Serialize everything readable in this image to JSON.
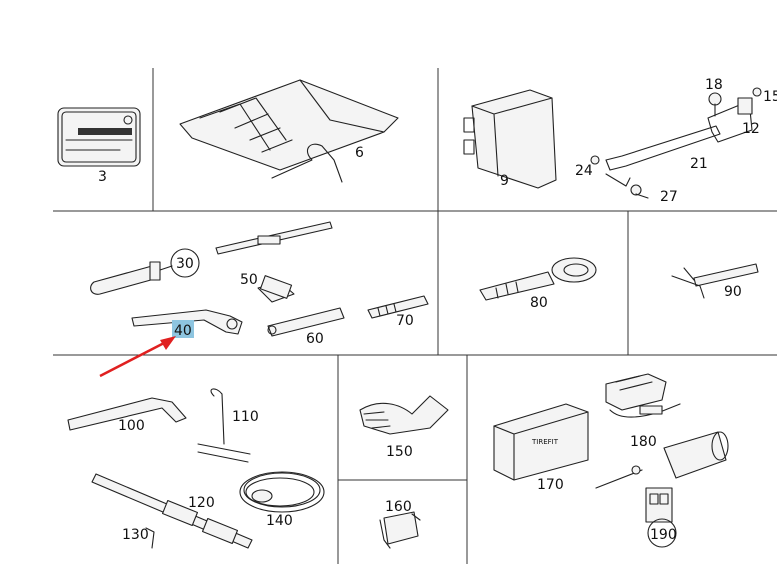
{
  "parts": [
    {
      "id": "p3",
      "label": "3",
      "name": "documents-folder"
    },
    {
      "id": "p6",
      "label": "6",
      "name": "tool-roll"
    },
    {
      "id": "p9",
      "label": "9",
      "name": "control-unit"
    },
    {
      "id": "p12",
      "label": "12",
      "name": "bracket"
    },
    {
      "id": "p15",
      "label": "15",
      "name": "screw"
    },
    {
      "id": "p18",
      "label": "18",
      "name": "bolt"
    },
    {
      "id": "p21",
      "label": "21",
      "name": "rod"
    },
    {
      "id": "p24",
      "label": "24",
      "name": "screw-small"
    },
    {
      "id": "p27",
      "label": "27",
      "name": "bolt-lower"
    },
    {
      "id": "p30",
      "label": "30",
      "name": "screwdriver"
    },
    {
      "id": "p40",
      "label": "40",
      "name": "wheel-wrench"
    },
    {
      "id": "p50",
      "label": "50",
      "name": "socket"
    },
    {
      "id": "p60",
      "label": "60",
      "name": "extension-bar"
    },
    {
      "id": "p70",
      "label": "70",
      "name": "threaded-pin"
    },
    {
      "id": "p80",
      "label": "80",
      "name": "towing-eye"
    },
    {
      "id": "p90",
      "label": "90",
      "name": "hook-tool"
    },
    {
      "id": "p100",
      "label": "100",
      "name": "crank-handle"
    },
    {
      "id": "p110",
      "label": "110",
      "name": "t-hook"
    },
    {
      "id": "p120",
      "label": "120",
      "name": "tie-strap"
    },
    {
      "id": "p130",
      "label": "130",
      "name": "clip"
    },
    {
      "id": "p140",
      "label": "140",
      "name": "cable-coil"
    },
    {
      "id": "p150",
      "label": "150",
      "name": "gloves"
    },
    {
      "id": "p160",
      "label": "160",
      "name": "holder"
    },
    {
      "id": "p170",
      "label": "170",
      "name": "tirefit-box"
    },
    {
      "id": "p180",
      "label": "180",
      "name": "compressor"
    },
    {
      "id": "p190",
      "label": "190",
      "name": "sealant-bottle"
    }
  ],
  "box_text": "TIREFIT",
  "highlighted_part": "40",
  "colors": {
    "highlight": "#8ec5e0",
    "arrow": "#e02020",
    "line": "#222222"
  }
}
